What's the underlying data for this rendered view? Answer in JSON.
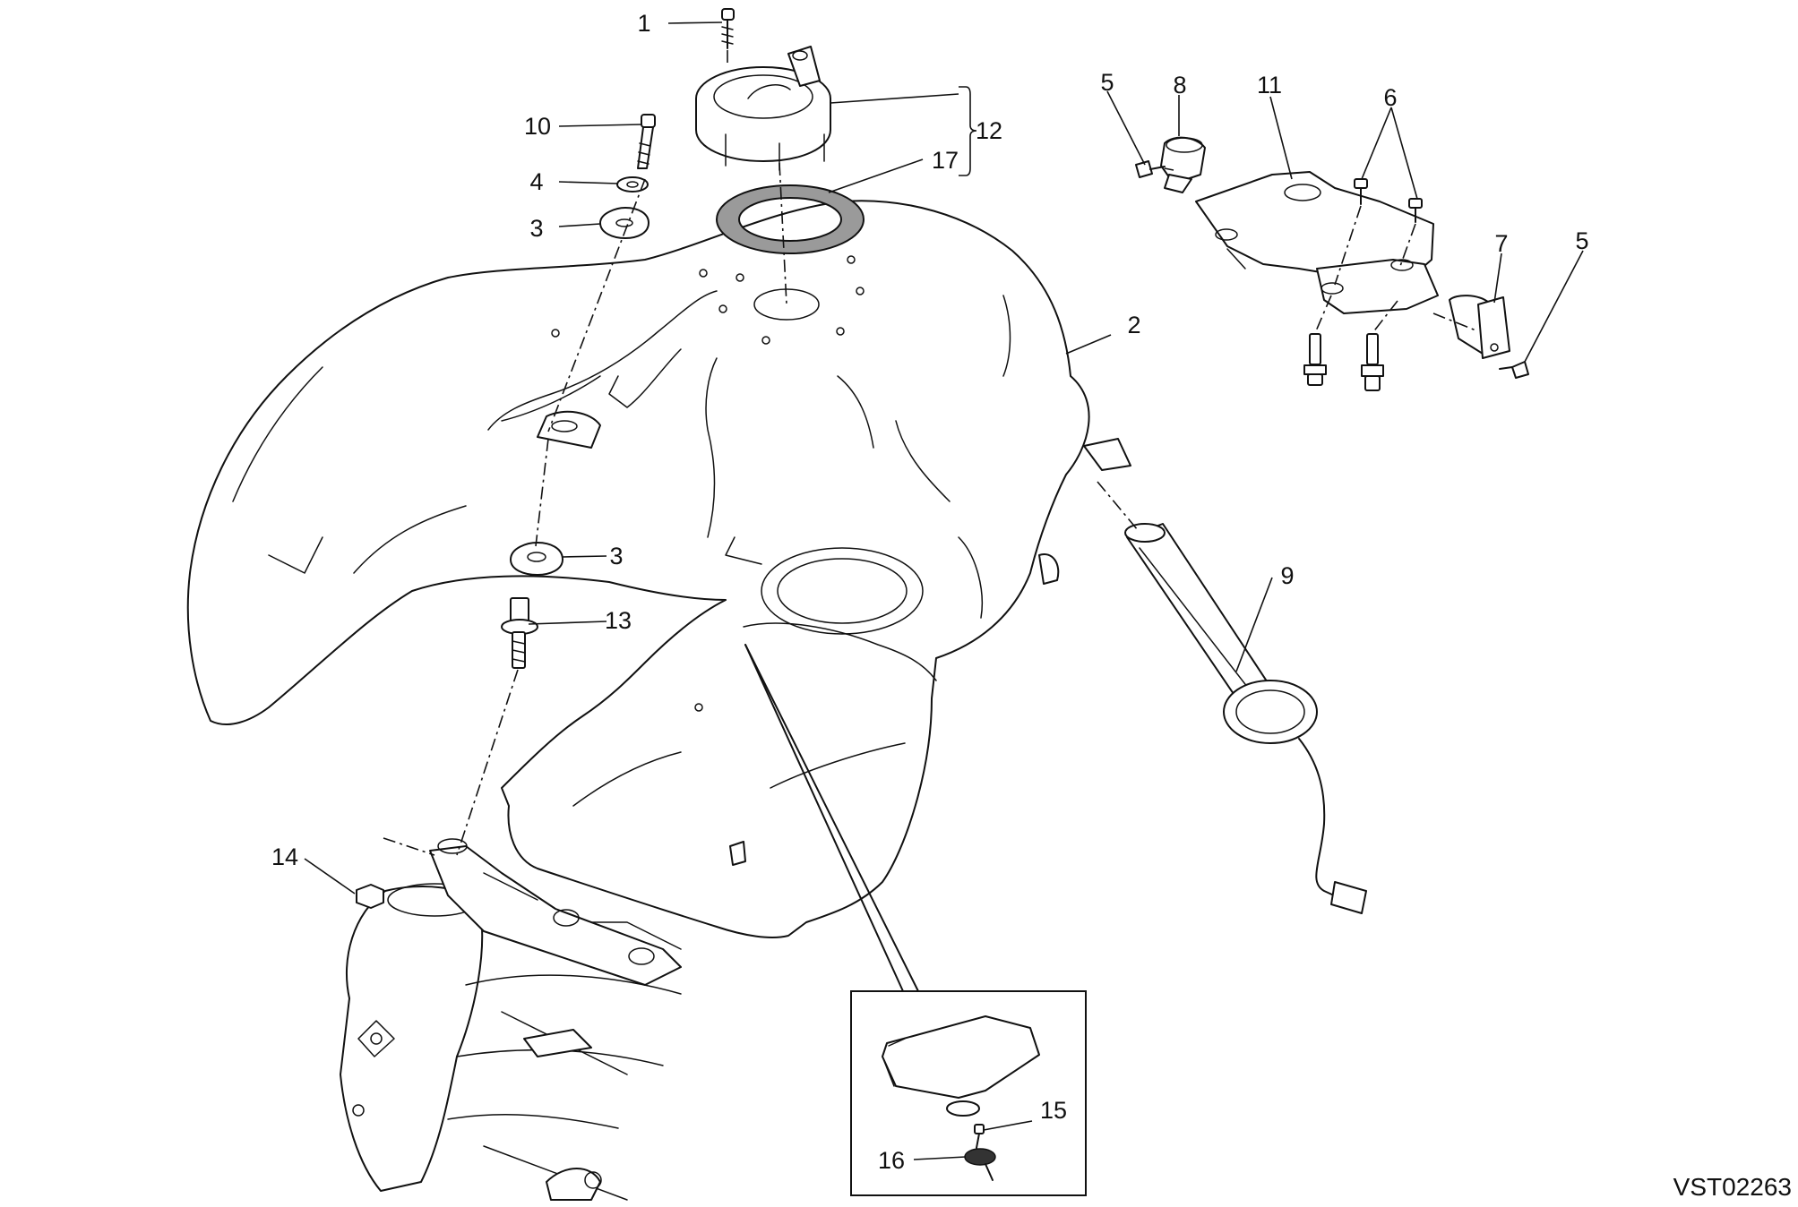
{
  "diagram_code": "VST02263",
  "callouts": [
    {
      "id": "c1",
      "text": "1"
    },
    {
      "id": "c2",
      "text": "2"
    },
    {
      "id": "c3a",
      "text": "3"
    },
    {
      "id": "c3b",
      "text": "3"
    },
    {
      "id": "c4",
      "text": "4"
    },
    {
      "id": "c5a",
      "text": "5"
    },
    {
      "id": "c5b",
      "text": "5"
    },
    {
      "id": "c6",
      "text": "6"
    },
    {
      "id": "c7",
      "text": "7"
    },
    {
      "id": "c8",
      "text": "8"
    },
    {
      "id": "c9",
      "text": "9"
    },
    {
      "id": "c10",
      "text": "10"
    },
    {
      "id": "c11",
      "text": "11"
    },
    {
      "id": "c12",
      "text": "12"
    },
    {
      "id": "c13",
      "text": "13"
    },
    {
      "id": "c14",
      "text": "14"
    },
    {
      "id": "c15",
      "text": "15"
    },
    {
      "id": "c16",
      "text": "16"
    },
    {
      "id": "c17",
      "text": "17"
    }
  ]
}
